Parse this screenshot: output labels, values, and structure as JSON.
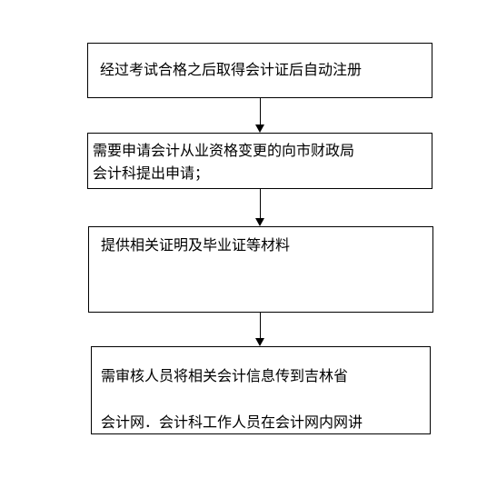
{
  "steps": [
    {
      "lines": [
        "经过考试合格之后取得会计证后自动注册"
      ]
    },
    {
      "lines": [
        "需要申请会计从业资格变更的向市财政局",
        "会计科提出申请；"
      ]
    },
    {
      "lines": [
        "提供相关证明及毕业证等材料"
      ]
    },
    {
      "lines": [
        "需审核人员将相关会计信息传到吉林省",
        "会计网．会计科工作人员在会计网内网讲"
      ]
    }
  ]
}
